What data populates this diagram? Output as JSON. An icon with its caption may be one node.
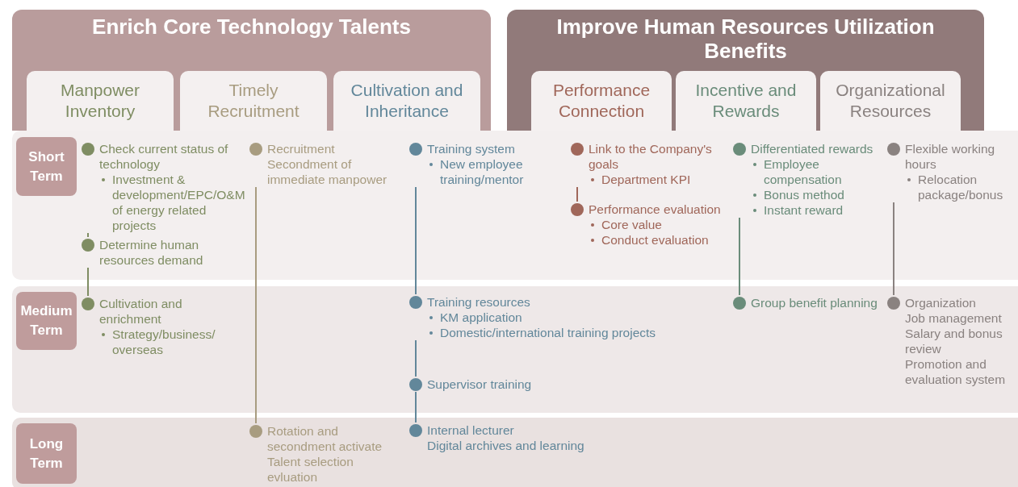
{
  "diagram": {
    "nodes": [
      {
        "text": [
          "Enrich Core Technology Talents"
        ]
      },
      {
        "text": [
          "Manpower Inventory"
        ],
        "in": 0
      },
      {
        "text": [
          "Timely Recruitment"
        ],
        "in": 0
      },
      {
        "text": [
          "Cultivation and Inheritance"
        ],
        "in": 0
      },
      {
        "text": [
          "Improve Human Resources Utilization Benefits"
        ]
      },
      {
        "text": [
          "Performance Connection"
        ],
        "in": 4
      },
      {
        "text": [
          "Incentive and Rewards"
        ],
        "in": 4
      },
      {
        "text": [
          "Organizational Resources"
        ],
        "in": 4
      },
      {
        "text": [
          "Short Term"
        ]
      },
      {
        "text": [
          "Medium Term"
        ]
      },
      {
        "text": [
          "Long Term"
        ]
      },
      {
        "text": [
          "Check current status of technology",
          "Investment & development/EPC/O&M of energy related projects"
        ]
      },
      {
        "text": [
          "Determine human resources demand"
        ]
      },
      {
        "text": [
          "Cultivation and enrichment",
          "Strategy/business/overseas"
        ]
      },
      {
        "text": [
          "Recruitment",
          "Secondment of immediate manpower"
        ]
      },
      {
        "text": [
          "Rotation and secondment activate",
          "Talent selection evluation"
        ]
      },
      {
        "text": [
          "Training system",
          "New employee training/mentor"
        ]
      },
      {
        "text": [
          "Training resources",
          "KM application",
          "Domestic/international training projects"
        ]
      },
      {
        "text": [
          "Supervisor training"
        ]
      },
      {
        "text": [
          "Internal lecturer",
          "Digital archives and learning"
        ]
      },
      {
        "text": [
          "Link to the Company's goals",
          "Department KPI"
        ]
      },
      {
        "text": [
          "Performance evaluation",
          "Core value",
          "Conduct evaluation"
        ]
      },
      {
        "text": [
          "Differentiated rewards",
          "Employee compensation",
          "Bonus method",
          "Instant reward"
        ]
      },
      {
        "text": [
          "Group benefit planning"
        ]
      },
      {
        "text": [
          "Flexible working hours",
          "Relocation package/bonus"
        ]
      },
      {
        "text": [
          "Organization",
          "Job management",
          "Salary and bonus review",
          "Promotion and evaluation system"
        ]
      }
    ],
    "edges": [
      {
        "from": 11,
        "to": 12,
        "arrow": "none"
      },
      {
        "from": 12,
        "to": 13,
        "arrow": "none"
      },
      {
        "from": 14,
        "to": 15,
        "arrow": "none"
      },
      {
        "from": 16,
        "to": 17,
        "arrow": "none"
      },
      {
        "from": 17,
        "to": 18,
        "arrow": "none"
      },
      {
        "from": 18,
        "to": 19,
        "arrow": "none"
      },
      {
        "from": 20,
        "to": 21,
        "arrow": "none"
      },
      {
        "from": 22,
        "to": 23,
        "arrow": "none"
      },
      {
        "from": 24,
        "to": 25,
        "arrow": "none"
      }
    ]
  }
}
